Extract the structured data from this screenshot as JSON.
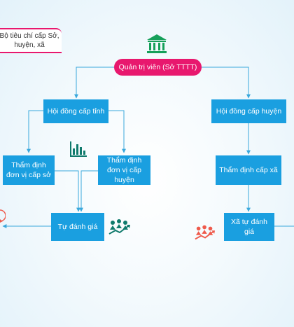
{
  "legend_text": "Bộ tiêu chí cấp Sở, huyện, xã",
  "root_label": "Quản trị viên (Sở TTTT)",
  "nodes": {
    "council_province": "Hội đồng cấp tỉnh",
    "council_district": "Hội đồng cấp huyện",
    "appraise_department": "Thẩm định đơn vị cấp sở",
    "appraise_district_unit": "Thẩm định đơn vị cấp huyện",
    "appraise_commune": "Thẩm định cấp xã",
    "self_assess": "Tự đánh giá",
    "commune_self_assess": "Xã tự đánh giá"
  },
  "colors": {
    "node": "#1a9fe0",
    "root": "#e8186e",
    "connector": "#3aa8dc",
    "building_icon": "#16a05a",
    "chart_icon": "#0f7a6c",
    "people_icon_teal": "#0f7a6c",
    "people_icon_red": "#ef5a4c"
  },
  "icons": [
    "building-icon",
    "bar-chart-icon",
    "people-growth-icon",
    "people-growth-red-icon",
    "refresh-icon"
  ]
}
